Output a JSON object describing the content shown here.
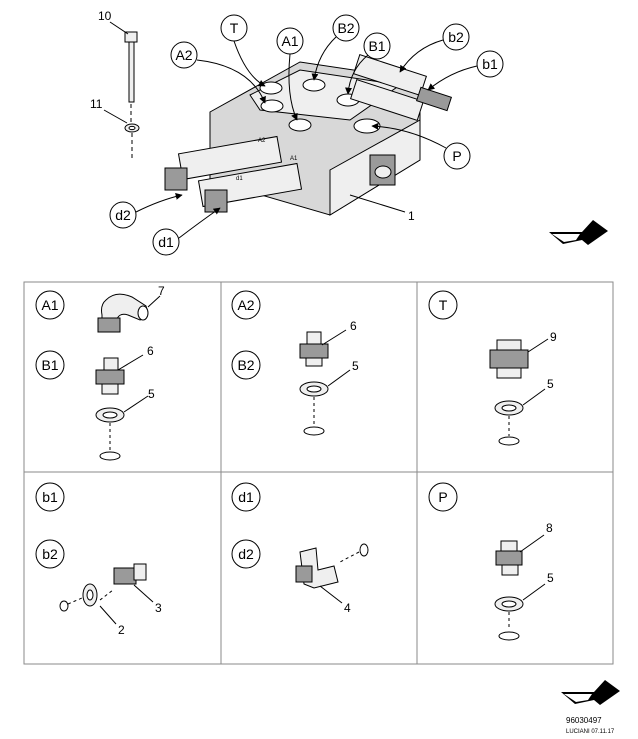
{
  "top_view": {
    "part_numbers": {
      "bolt": "10",
      "washer": "11",
      "block": "1"
    },
    "port_labels": {
      "T": "T",
      "A2": "A2",
      "A1": "A1",
      "B2": "B2",
      "B1": "B1",
      "b2": "b2",
      "b1": "b1",
      "P": "P",
      "d2": "d2",
      "d1": "d1"
    },
    "body_marks": {
      "a2": "A2",
      "a1": "A1",
      "d1": "d1"
    }
  },
  "cells": [
    {
      "id": "a1b1",
      "labels": [
        "A1",
        "B1"
      ],
      "numbers": [
        "7",
        "6",
        "5"
      ]
    },
    {
      "id": "a2b2",
      "labels": [
        "A2",
        "B2"
      ],
      "numbers": [
        "6",
        "5"
      ]
    },
    {
      "id": "t",
      "labels": [
        "T"
      ],
      "numbers": [
        "9",
        "5"
      ]
    },
    {
      "id": "b1b2",
      "labels": [
        "b1",
        "b2"
      ],
      "numbers": [
        "3",
        "2"
      ]
    },
    {
      "id": "d1d2",
      "labels": [
        "d1",
        "d2"
      ],
      "numbers": [
        "4"
      ]
    },
    {
      "id": "p",
      "labels": [
        "P"
      ],
      "numbers": [
        "8",
        "5"
      ]
    }
  ],
  "footer": {
    "doc_number": "96030497",
    "sub": "LUCIANI 07.11.17"
  },
  "colors": {
    "line": "#000000",
    "grid": "#8a8a8a",
    "shade": "#d8d8d8"
  }
}
